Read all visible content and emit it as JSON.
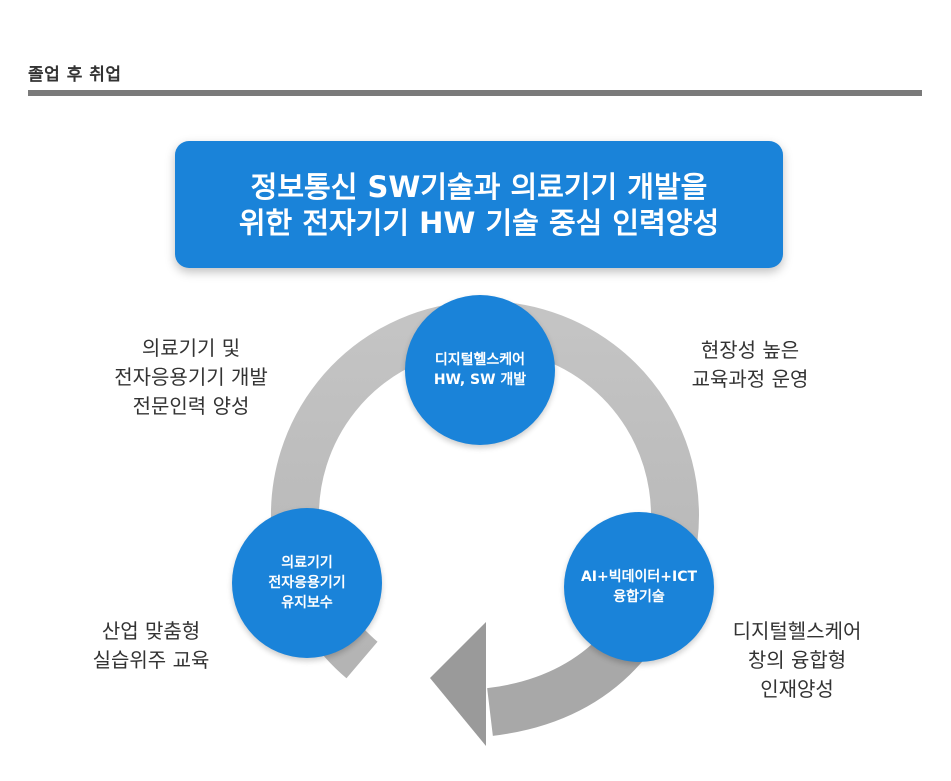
{
  "section": {
    "title": "졸업 후 취업"
  },
  "banner": {
    "line1": "정보통신 SW기술과 의료기기 개발을",
    "line2": "위한 전자기기 HW 기술 중심 인력양성"
  },
  "cycle": {
    "top": {
      "line1": "디지털헬스케어",
      "line2": "HW, SW 개발"
    },
    "left": {
      "line1": "의료기기",
      "line2": "전자응용기기",
      "line3": "유지보수"
    },
    "right": {
      "line1": "AI+빅데이터+ICT",
      "line2": "융합기술"
    }
  },
  "notes": {
    "top_left": {
      "line1": "의료기기 및",
      "line2": "전자응용기기 개발",
      "line3": "전문인력  양성"
    },
    "top_right": {
      "line1": "현장성 높은",
      "line2": "교육과정 운영"
    },
    "bottom_left": {
      "line1": "산업 맞춤형",
      "line2": "실습위주 교육"
    },
    "bottom_right": {
      "line1": "디지털헬스케어",
      "line2": "창의 융합형",
      "line3": "인재양성"
    }
  },
  "colors": {
    "primary": "#1a83d9",
    "ring": "#bdbdbd",
    "arrow": "#9a9a9a",
    "rule": "#7a7a7a"
  }
}
